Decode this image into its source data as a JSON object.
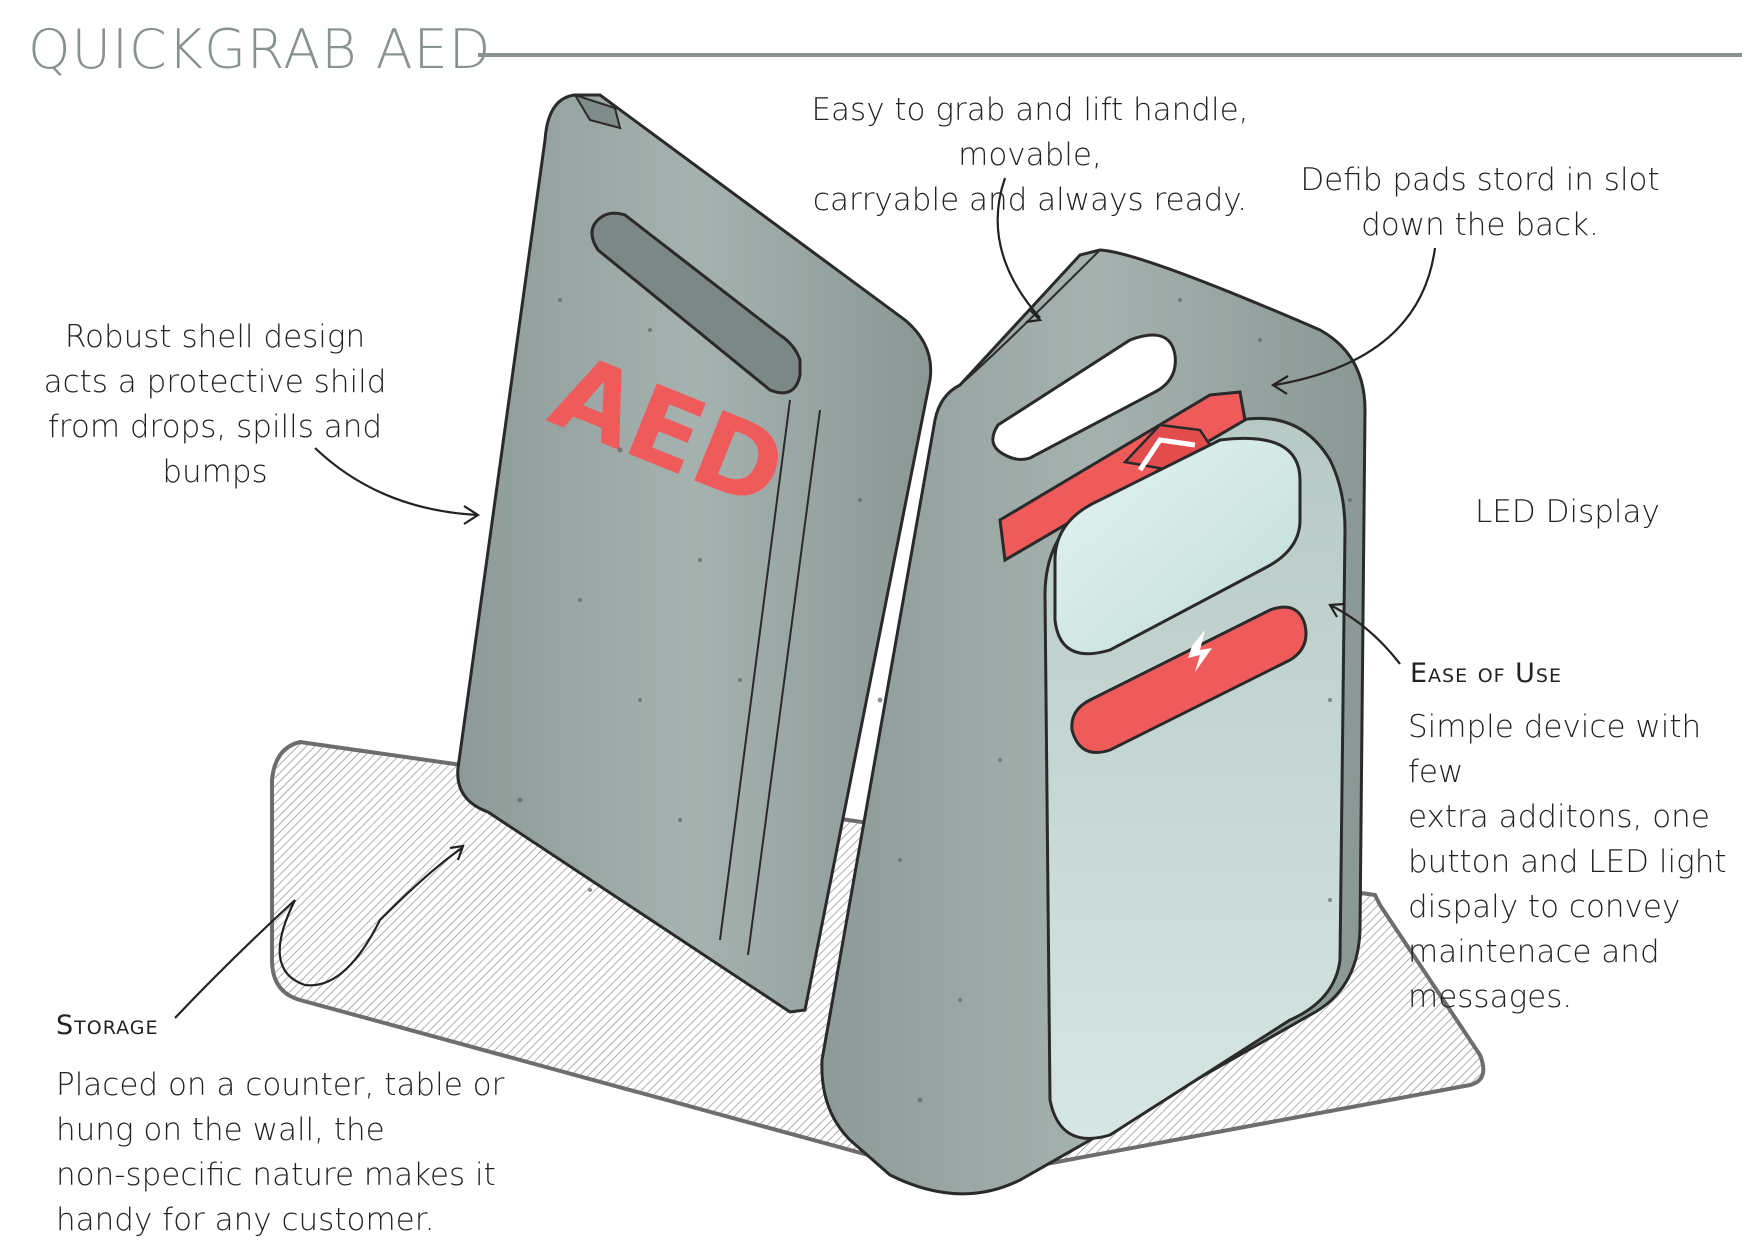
{
  "title": "QUICKGRAB AED",
  "device_label": "AED",
  "annotations": {
    "handle": "Easy to grab and lift handle, movable,\ncarryable and always ready.",
    "pads": "Defib pads stord in slot\ndown the back.",
    "shell": "Robust shell design\nacts a protective shild\nfrom drops, spills and\nbumps",
    "led": "LED Display",
    "ease_heading": "Ease of Use",
    "ease_body": "Simple device with few\nextra additons, one\nbutton and LED light\ndispaly to convey\nmaintenace and\nmessages.",
    "storage_heading": "Storage",
    "storage_body": "Placed on a counter, table or\nhung on the wall, the\nnon-specific nature makes it\nhandy for any customer."
  },
  "colors": {
    "shell": "#9aa8a5",
    "accent": "#ef5b5b",
    "screen": "#cfe7e4",
    "title": "#8a9291"
  },
  "icons": {
    "button": "lightning-bolt-icon"
  }
}
